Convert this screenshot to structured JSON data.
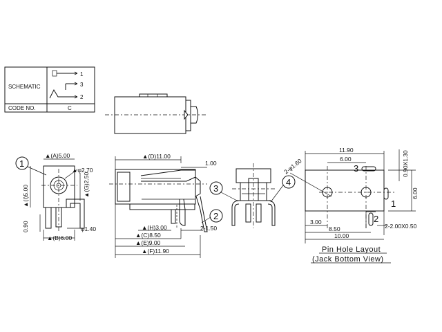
{
  "table": {
    "schematic_label": "SCHEMATIC",
    "code_label": "CODE NO.",
    "code_value": "C",
    "pins": [
      "1",
      "3",
      "2"
    ]
  },
  "front_view": {
    "callout": "1",
    "dims": {
      "a": "▲(A)5.00",
      "phi_top": "▲φ2.70",
      "i": "▲(I)5.00",
      "g": "▲(G)2.50",
      "left_090": "0.90",
      "phi_bottom": "φ1.40",
      "b": "▲(B)6.00"
    }
  },
  "side_view": {
    "callout": "2",
    "dims": {
      "d": "▲(D)11.00",
      "top_right": "1.00",
      "h": "▲(H)3.00",
      "pins": "2-1.50",
      "c": "▲(C)8.50",
      "e": "▲(E)9.00",
      "f": "▲(F)11.90"
    }
  },
  "end_view": {
    "callouts": [
      "3",
      "4"
    ]
  },
  "pin_layout": {
    "title": "Pin Hole Layout",
    "subtitle": "(Jack Bottom View)",
    "pin_labels": [
      "3",
      "1",
      "2"
    ],
    "dims": {
      "width": "11.90",
      "inner": "6.00",
      "hole": "2-φ1.60",
      "slot": "0.90X1.30",
      "right": "6.00",
      "left_bottom": "3.00",
      "mid": "8.50",
      "slots_bottom": "2-2.00X0.50",
      "total": "10.00"
    }
  }
}
